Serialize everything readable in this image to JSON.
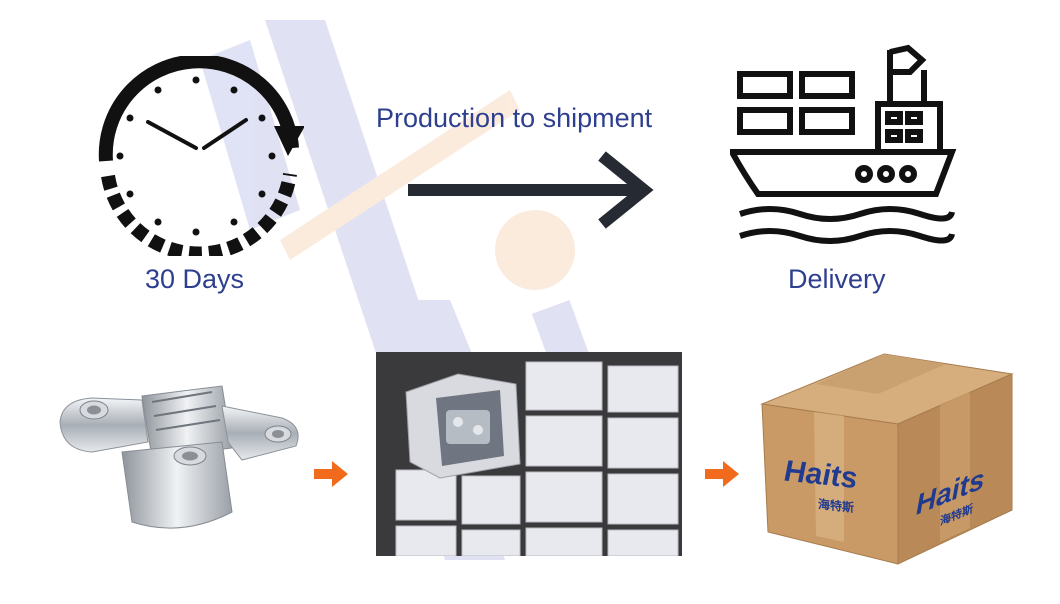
{
  "flow": {
    "duration_label": "30 Days",
    "process_label": "Production to shipment",
    "delivery_label": "Delivery"
  },
  "box": {
    "brand_text": "Haits",
    "brand_cn": "海特斯"
  },
  "colors": {
    "text_blue": "#2d3f8e",
    "icon_black": "#111111",
    "arrow_orange": "#f26a1b",
    "cardboard": "#c99a66",
    "watermark_blue": "#c7ccec",
    "watermark_orange": "#f8dcc3"
  },
  "icons": [
    "clock-icon",
    "long-arrow-icon",
    "cargo-ship-icon",
    "orange-arrow-icon"
  ]
}
